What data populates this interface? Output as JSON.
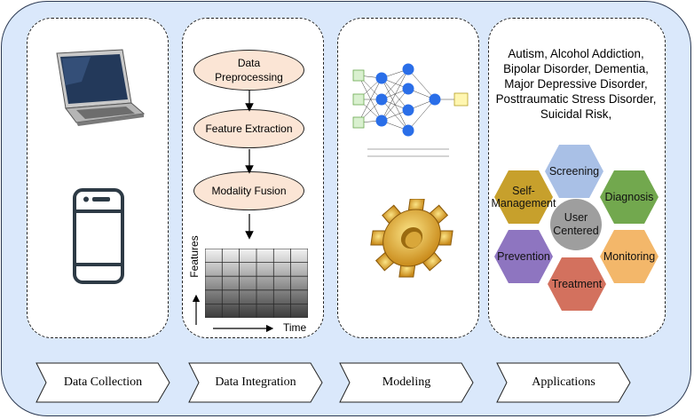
{
  "stages": {
    "collection": "Data Collection",
    "integration": "Data Integration",
    "modeling": "Modeling",
    "applications": "Applications"
  },
  "integration": {
    "step1_line1": "Data",
    "step1_line2": "Preprocessing",
    "step2": "Feature Extraction",
    "step3": "Modality Fusion",
    "axis_y": "Features",
    "axis_x": "Time"
  },
  "applications": {
    "disorders_line1": "Autism, Alcohol Addiction,",
    "disorders_line2": "Bipolar Disorder, Dementia,",
    "disorders_line3": "Major Depressive Disorder,",
    "disorders_line4": "Posttraumatic Stress Disorder,",
    "disorders_line5": "Suicidal Risk,",
    "center_line1": "User",
    "center_line2": "Centered",
    "screening": "Screening",
    "diagnosis": "Diagnosis",
    "monitoring": "Monitoring",
    "treatment": "Treatment",
    "prevention": "Prevention",
    "selfmgmt_line1": "Self-",
    "selfmgmt_line2": "Management"
  },
  "colors": {
    "background": "#dae8fb",
    "oval_fill": "#fbe5d5",
    "screening": "#a9c0e6",
    "diagnosis": "#72a84e",
    "monitoring": "#f3b76a",
    "treatment": "#d3715e",
    "prevention": "#8e75c0",
    "selfmgmt": "#c7a02c",
    "center": "#9e9e9e"
  }
}
